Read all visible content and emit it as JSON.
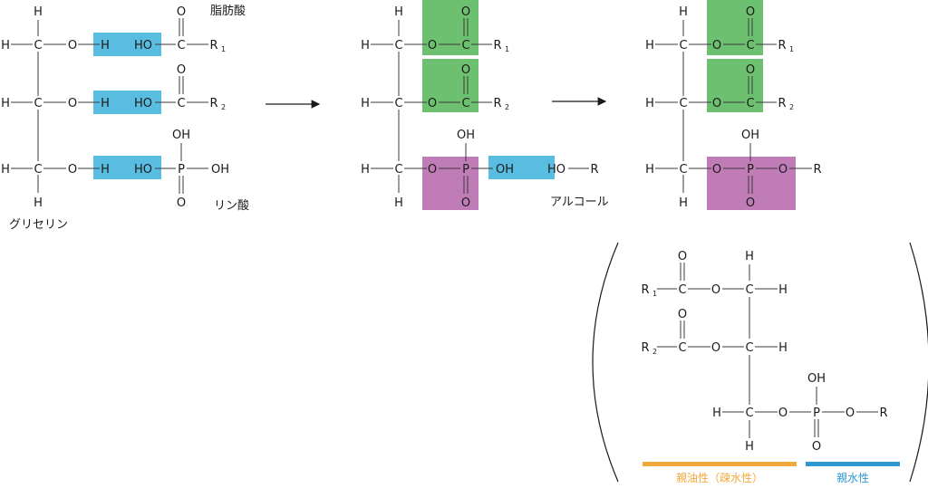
{
  "colors": {
    "hydroxyl": "#58bde0",
    "ester": "#6cc070",
    "phosphate": "#c07cb7",
    "lipophilic": "#f2a93b",
    "hydrophilic": "#2f97d1"
  },
  "atoms": {
    "H": "H",
    "C": "C",
    "O": "O",
    "P": "P",
    "HO": "HO",
    "OH": "OH",
    "R": "R",
    "R1": "R",
    "R2": "R",
    "sub1": "1",
    "sub2": "2"
  },
  "labels": {
    "fatty_acid": "脂肪酸",
    "phosphoric_acid": "リン酸",
    "glycerol": "グリセリン",
    "alcohol": "アルコール",
    "lipophilic": "親油性（疎水性）",
    "hydrophilic": "親水性"
  },
  "icons": [
    "reaction-arrow-icon",
    "reaction-arrow-icon"
  ]
}
